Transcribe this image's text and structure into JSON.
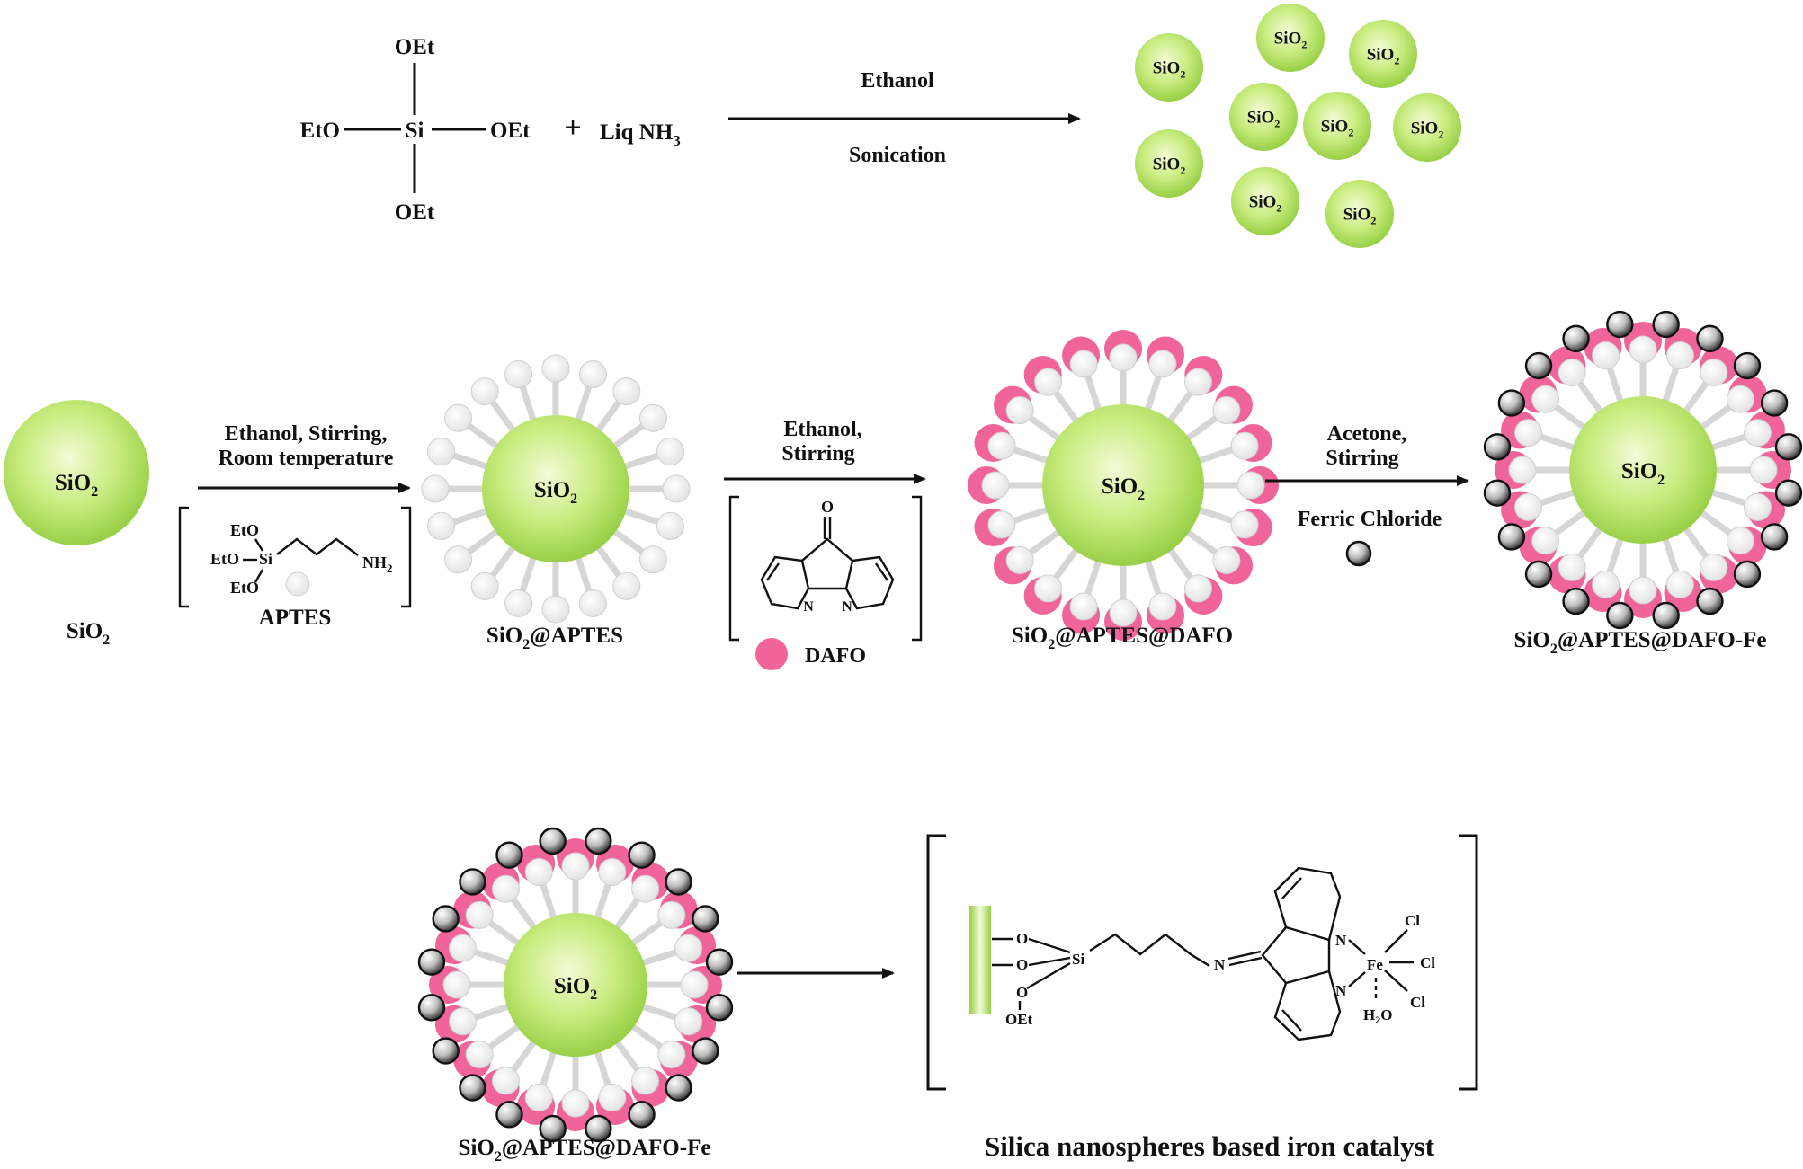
{
  "colors": {
    "sphere_light": "#f3fbd6",
    "sphere_core": "#c8ec7e",
    "sphere_edge": "#98cf46",
    "dafo_pink": "#f0649a",
    "aptes_bead": "#e2e2e2",
    "fe_dark": "#3a3a3a"
  },
  "row1": {
    "teos": {
      "center": "Si",
      "top": "OEt",
      "bottom": "OEt",
      "left": "EtO",
      "right": "OEt"
    },
    "plus": "+",
    "ammonia_base": "Liq NH",
    "ammonia_sub": "3",
    "arrow_top": "Ethanol",
    "arrow_bottom": "Sonication",
    "sphere_label": "SiO",
    "sphere_sub": "2"
  },
  "row2": {
    "bare": {
      "label": "SiO",
      "sub": "2"
    },
    "step1": {
      "line1": "Ethanol, Stirring,",
      "line2": "Room temperature",
      "eto1": "EtO",
      "eto2": "EtO",
      "eto3": "EtO",
      "si": "Si",
      "nh2_base": "NH",
      "nh2_sub": "2",
      "reagent": "APTES"
    },
    "aptes_product": {
      "prefix": "SiO",
      "sub": "2",
      "suffix": "@APTES"
    },
    "step2": {
      "line1": "Ethanol,",
      "line2": "Stirring",
      "carbonyl_o": "O",
      "n_left": "N",
      "n_right": "N",
      "legend": "DAFO"
    },
    "dafo_product": {
      "prefix": "SiO",
      "sub": "2",
      "suffix": "@APTES@DAFO"
    },
    "step3": {
      "line1": "Acetone,",
      "line2": "Stirring",
      "line3": "Ferric Chloride"
    },
    "fe_product": {
      "prefix": "SiO",
      "sub": "2",
      "suffix": "@APTES@DAFO-Fe"
    }
  },
  "row3": {
    "fe_product": {
      "prefix": "SiO",
      "sub": "2",
      "suffix": "@APTES@DAFO-Fe"
    },
    "structure": {
      "o1": "O",
      "o2": "O",
      "o3": "O",
      "oet": "OEt",
      "si": "Si",
      "n_imine": "N",
      "n_top": "N",
      "n_bottom": "N",
      "fe": "Fe",
      "cl1": "Cl",
      "cl2": "Cl",
      "cl3": "Cl",
      "water_base": "H",
      "water_sub": "2",
      "water_o": "O"
    },
    "caption": "Silica nanospheres based iron catalyst"
  }
}
